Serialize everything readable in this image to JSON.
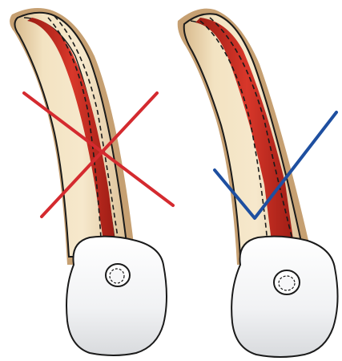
{
  "figures": [
    {
      "id": "incorrect",
      "verdict": "incorrect",
      "mark": "cross",
      "mark_color": "#d42a2f"
    },
    {
      "id": "correct",
      "verdict": "correct",
      "mark": "check",
      "mark_color": "#1e4fa0"
    }
  ],
  "colors": {
    "root_fill": "#f2e1bd",
    "root_shadow": "#c09a6a",
    "root_outline": "#1a1a1a",
    "canal_red": "#c0261c",
    "canal_dark": "#8e1a12",
    "crown_fill": "#e9eaec",
    "crown_highlight": "#ffffff",
    "dashed_line": "#1a1a1a"
  }
}
